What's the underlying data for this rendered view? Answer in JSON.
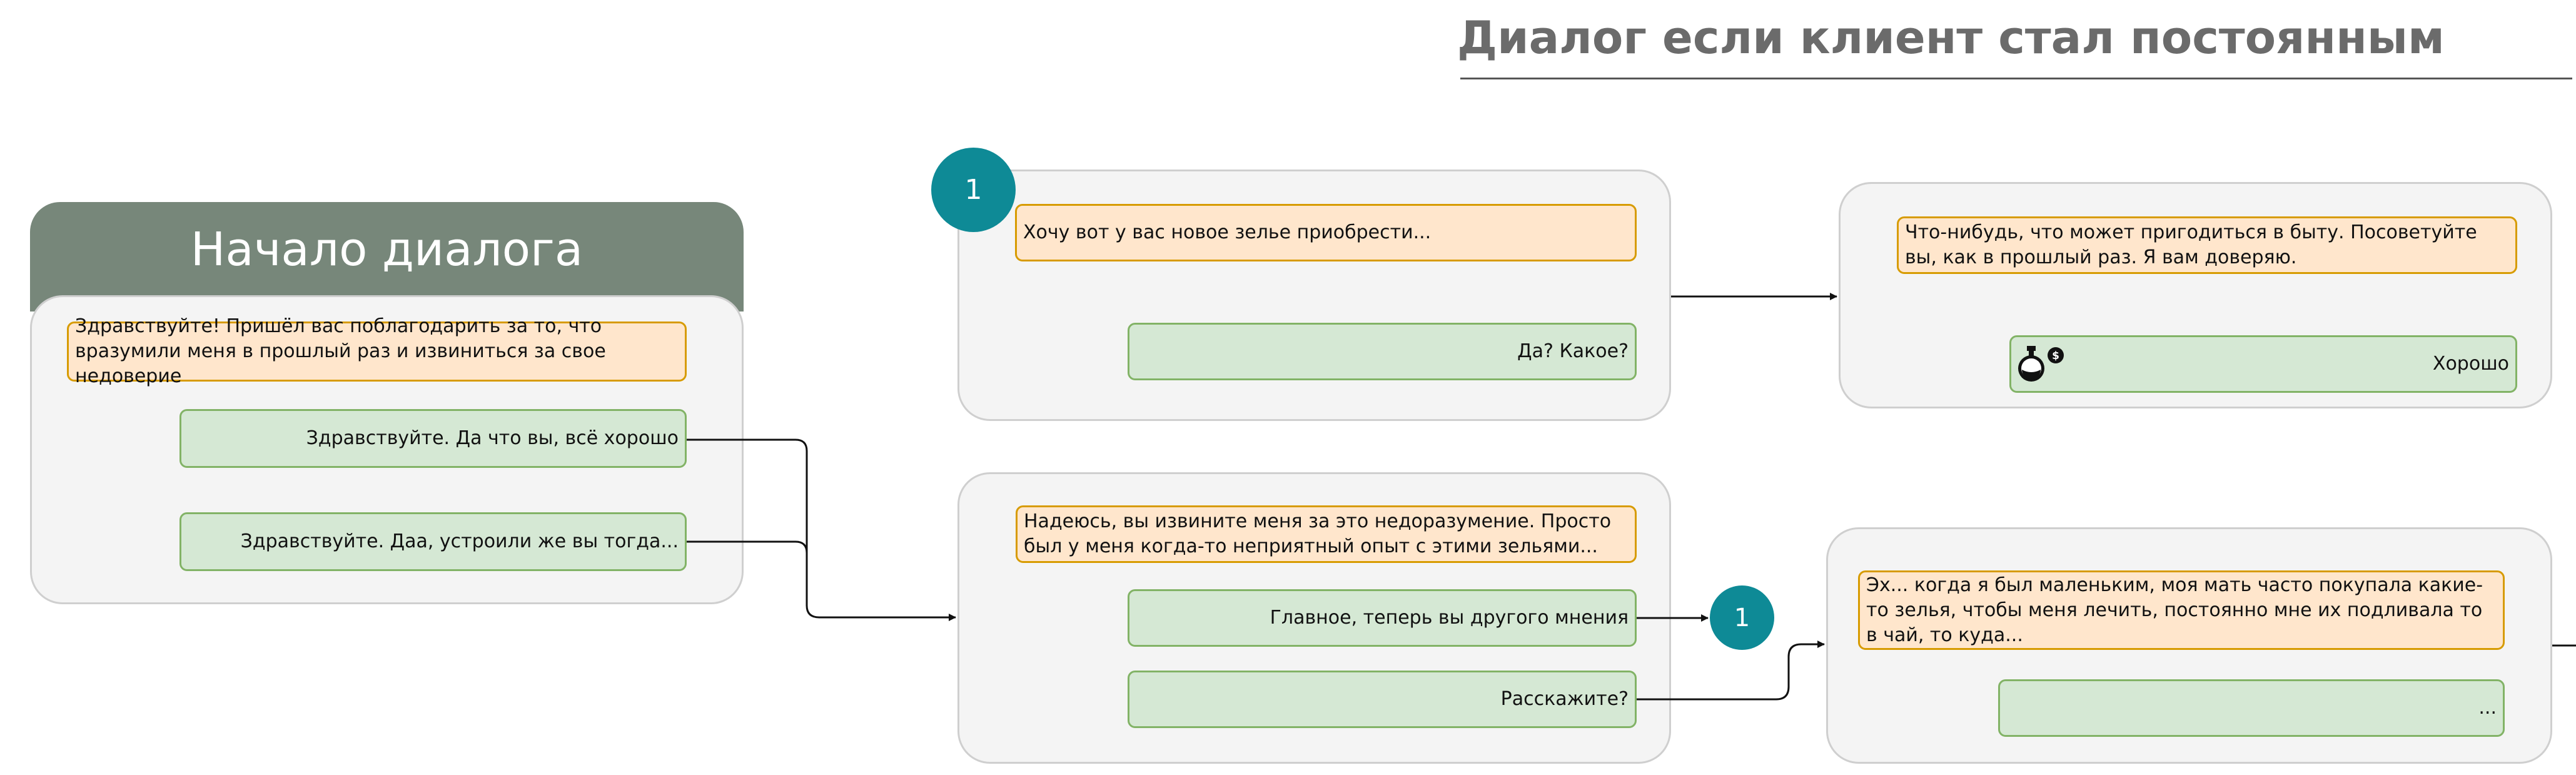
{
  "title": "Диалог если клиент стал постоянным",
  "start": {
    "header": "Начало диалога",
    "npc_line": "Здравствуйте! Пришёл вас поблагодарить за то, что вразумили меня в прошлый раз и извиниться за свое недоверие",
    "reply_1": "Здравствуйте. Да что вы, всё хорошо",
    "reply_2": "Здравствуйте. Даа, устроили же вы тогда..."
  },
  "node_top": {
    "badge": "1",
    "npc_line": "Хочу вот у вас новое зелье приобрести...",
    "reply": "Да? Какое?"
  },
  "node_advice": {
    "npc_line": "Что-нибудь, что может пригодиться в быту. Посоветуйте вы, как в прошлый раз. Я вам доверяю.",
    "reply": "Хорошо",
    "icon": "potion-coin-icon"
  },
  "node_bottom": {
    "npc_line": "Надеюсь, вы извините меня за это недоразумение. Просто был у меня когда-то неприятный опыт с этими зельями...",
    "reply_1": "Главное, теперь вы другого мнения",
    "reply_2": "Расскажите?",
    "goto_badge": "1"
  },
  "node_story": {
    "npc_line": "Эх... когда я был маленьким, моя мать часто покупала какие-то зелья, чтобы меня лечить, постоянно мне их подливала то в чай, то куда...",
    "reply": "..."
  },
  "colors": {
    "npc_fill": "#ffe6cc",
    "npc_stroke": "#d79b00",
    "player_fill": "#d5e8d4",
    "player_stroke": "#82b366",
    "header_fill": "#77877a",
    "badge_fill": "#0e8a96",
    "panel_fill": "#f4f4f4"
  }
}
